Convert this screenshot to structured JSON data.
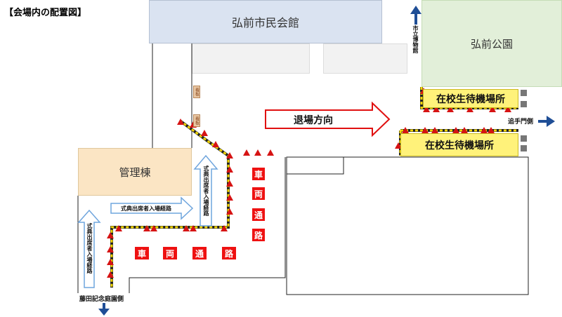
{
  "title": "【会場内の配置図】",
  "buildings": {
    "civic_hall": "弘前市民会館",
    "park": "弘前公園",
    "admin": "管理棟"
  },
  "labels": {
    "museum": "市立博物館",
    "exit_direction": "退場方向",
    "waiting_area_1": "在校生待機場所",
    "waiting_area_2": "在校生待機場所",
    "otemon_side": "追手門側",
    "fujita_side": "藤田記念庭園側",
    "entry_route_horizontal": "式典出席者入場経路",
    "entry_route_left": "式典出席者入場経路",
    "entry_route_center": "式典出席者入場経路",
    "sign_1": "看板",
    "sign_2": "看板"
  },
  "vehicle_road": {
    "vertical": [
      "車",
      "両",
      "通",
      "路"
    ],
    "horizontal": [
      "車",
      "両",
      "通",
      "路"
    ]
  },
  "colors": {
    "arrow_blue": "#1f4e96",
    "cone_red": "#d61313",
    "route_yellow": "#f2d600",
    "entry_arrow_outline": "#6fa5dd",
    "exit_arrow_outline": "#e01010"
  },
  "icons": {
    "up_arrow": "blue-up-arrow-icon",
    "right_arrow": "blue-right-arrow-icon",
    "down_arrow": "blue-down-arrow-icon",
    "cone": "traffic-cone-icon"
  }
}
